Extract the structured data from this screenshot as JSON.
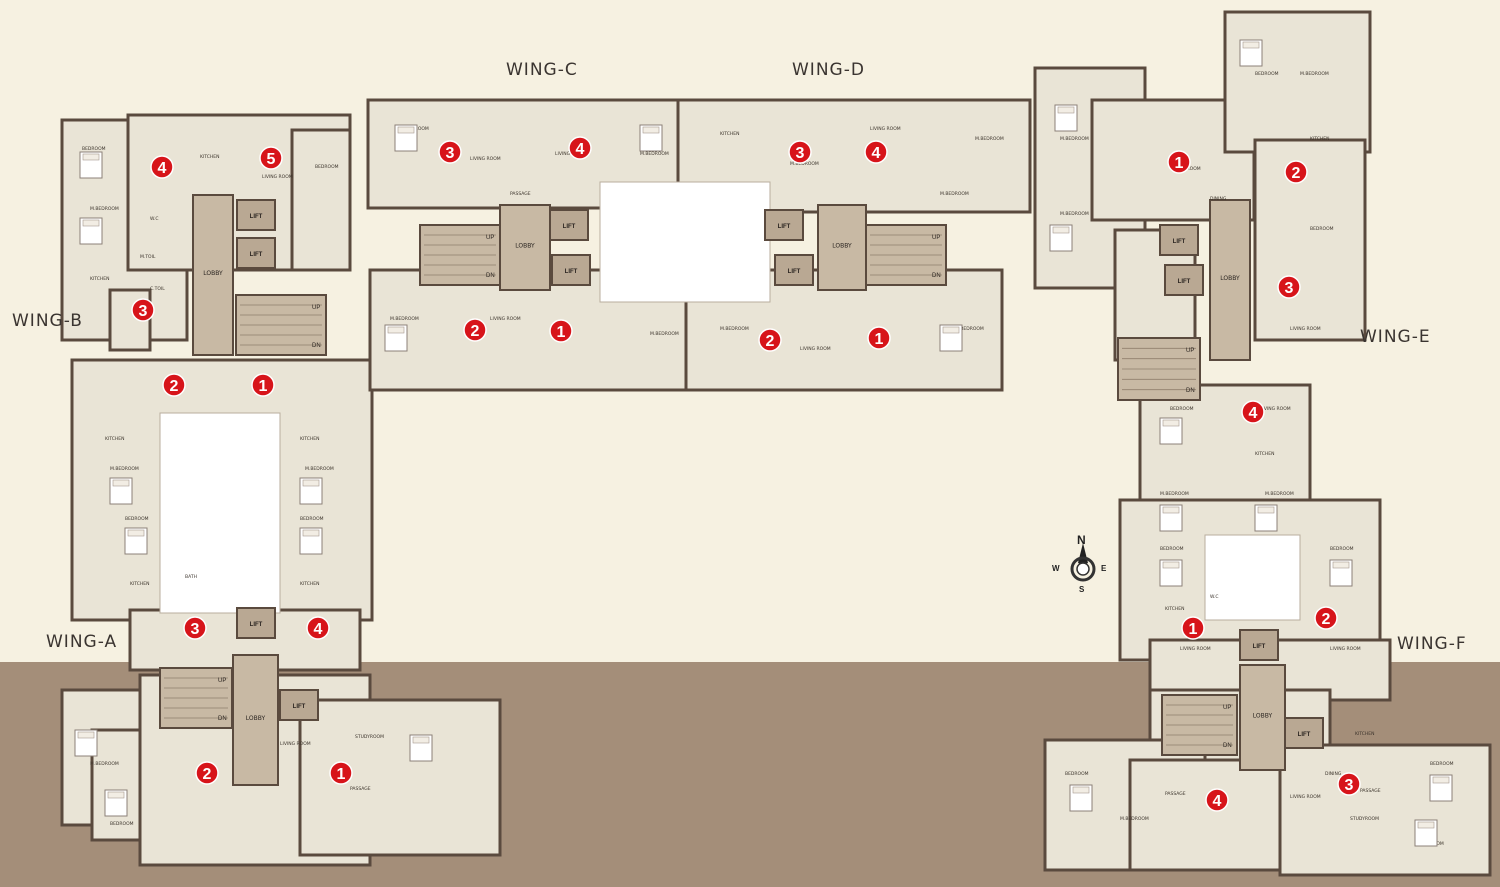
{
  "wings": [
    {
      "id": "A",
      "label": "WING-A"
    },
    {
      "id": "B",
      "label": "WING-B"
    },
    {
      "id": "C",
      "label": "WING-C"
    },
    {
      "id": "D",
      "label": "WING-D"
    },
    {
      "id": "E",
      "label": "WING-E"
    },
    {
      "id": "F",
      "label": "WING-F"
    }
  ],
  "compass": {
    "n": "N",
    "s": "S",
    "e": "E",
    "w": "W"
  },
  "common": {
    "lift": "LIFT",
    "lobby": "LOBBY",
    "up": "UP",
    "dn": "DN"
  },
  "room_labels": {
    "bedroom": "BEDROOM",
    "m_bedroom": "M.BEDROOM",
    "kitchen": "KITCHEN",
    "living_room": "LIVING ROOM",
    "passage": "PASSAGE",
    "bath": "BATH",
    "m_toil": "M.TOIL",
    "c_toil": "C.TOIL",
    "wc": "W.C",
    "study_room": "STUDYROOM",
    "dining": "DINING"
  },
  "flat_numbers": [
    "1",
    "2",
    "3",
    "4",
    "5"
  ],
  "colors": {
    "background": "#f6f1e1",
    "ground_band": "#a48e79",
    "wall": "#5a4a3e",
    "room_fill": "#e9e4d6",
    "core_fill": "#c8b9a4",
    "badge": "#d7141a"
  }
}
